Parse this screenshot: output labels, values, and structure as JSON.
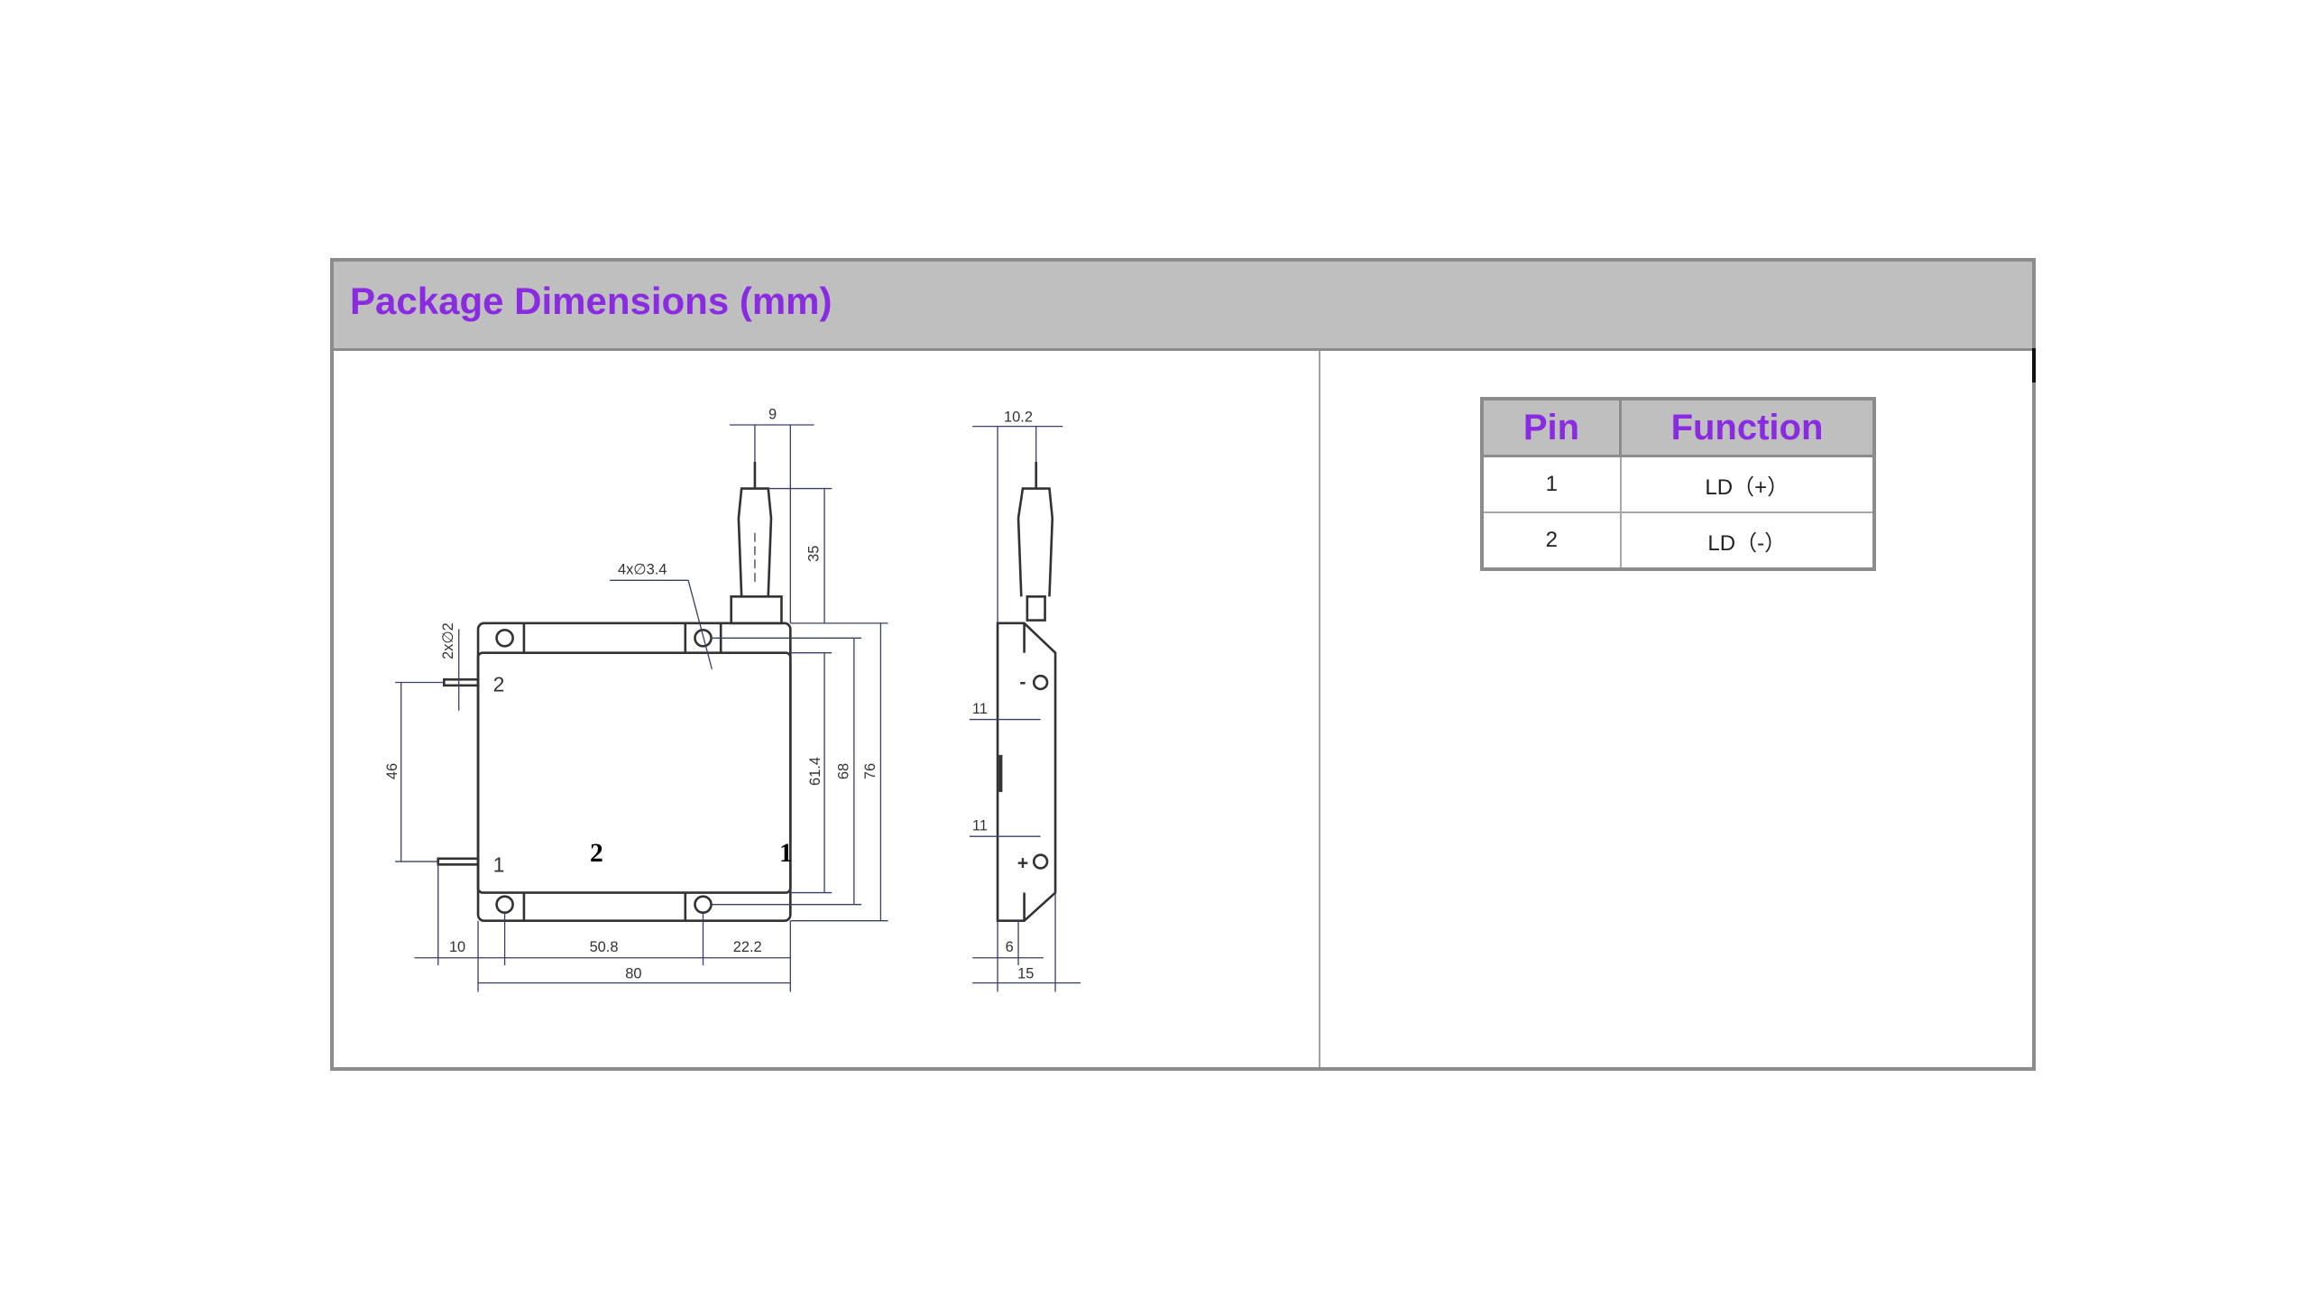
{
  "section": {
    "title": "Package Dimensions (mm)",
    "title_color": "#8a2be2",
    "header_bg": "#bfbfbf"
  },
  "pin_table": {
    "headers": [
      "Pin",
      "Function"
    ],
    "rows": [
      {
        "pin": "1",
        "function": "LD（+）"
      },
      {
        "pin": "2",
        "function": "LD（-）"
      }
    ]
  },
  "drawing": {
    "front": {
      "dim_9": "9",
      "dim_35": "35",
      "dim_61_4": "61.4",
      "dim_68": "68",
      "dim_76": "76",
      "dim_46": "46",
      "dim_10": "10",
      "dim_50_8": "50.8",
      "dim_22_2": "22.2",
      "dim_80": "80",
      "holes_note": "4x∅3.4",
      "pins_note": "2x∅2",
      "pin_label_2": "2",
      "pin_label_1": "1",
      "bold_2": "2",
      "bold_1": "1"
    },
    "side": {
      "dim_10_2": "10.2",
      "dim_11_top": "11",
      "dim_11_bottom": "11",
      "dim_6": "6",
      "dim_15": "15",
      "minus": "-",
      "plus": "+"
    }
  }
}
